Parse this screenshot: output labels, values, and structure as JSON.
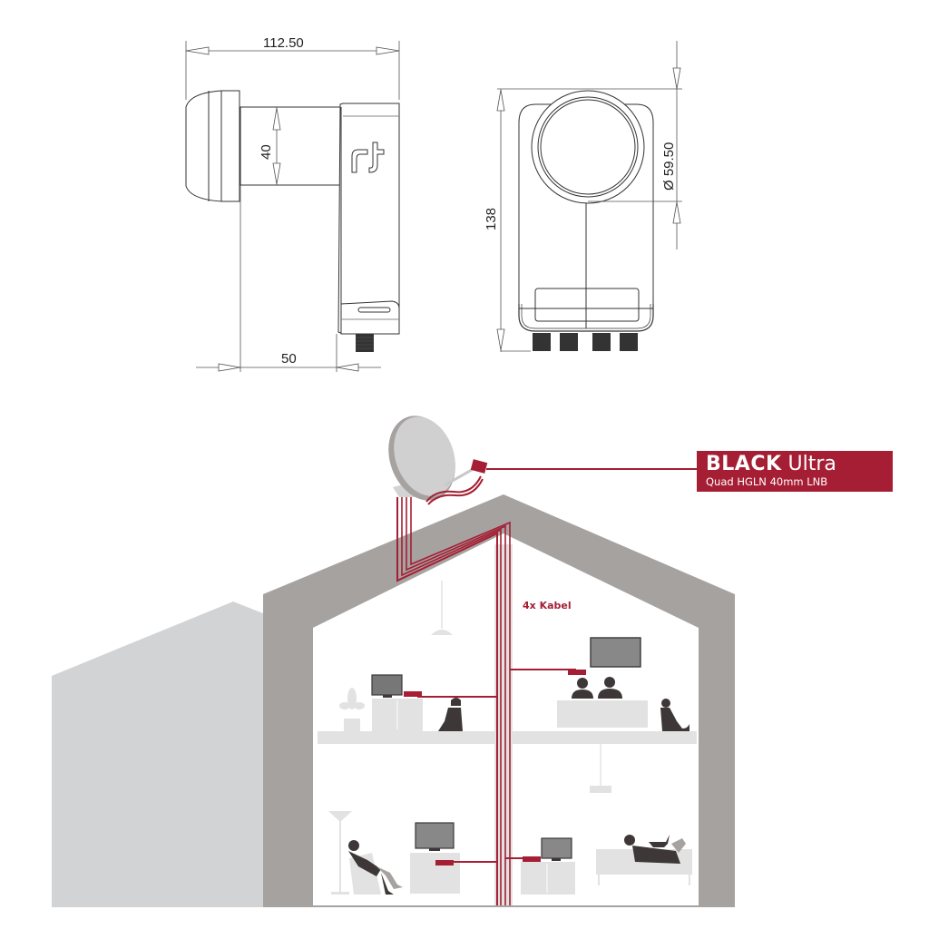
{
  "side_view": {
    "width_label": "112.50",
    "neck_label": "40",
    "depth_label": "50",
    "logo": "rt"
  },
  "front_view": {
    "height_label": "138",
    "diameter_label": "Ø 59.50",
    "output_count": 4
  },
  "installation": {
    "product_badge": {
      "title_bold": "BLACK",
      "title_light": "Ultra",
      "subtitle": "Quad HGLN 40mm LNB"
    },
    "cable_label": "4x Kabel",
    "rooms": [
      "upper-left",
      "upper-right",
      "lower-left",
      "lower-right"
    ]
  },
  "colors": {
    "accent": "#a51e34",
    "wall": "#a6a2a0",
    "light_gray": "#d2d3d5",
    "furniture": "#e2e2e2",
    "figure": "#3d3738"
  }
}
